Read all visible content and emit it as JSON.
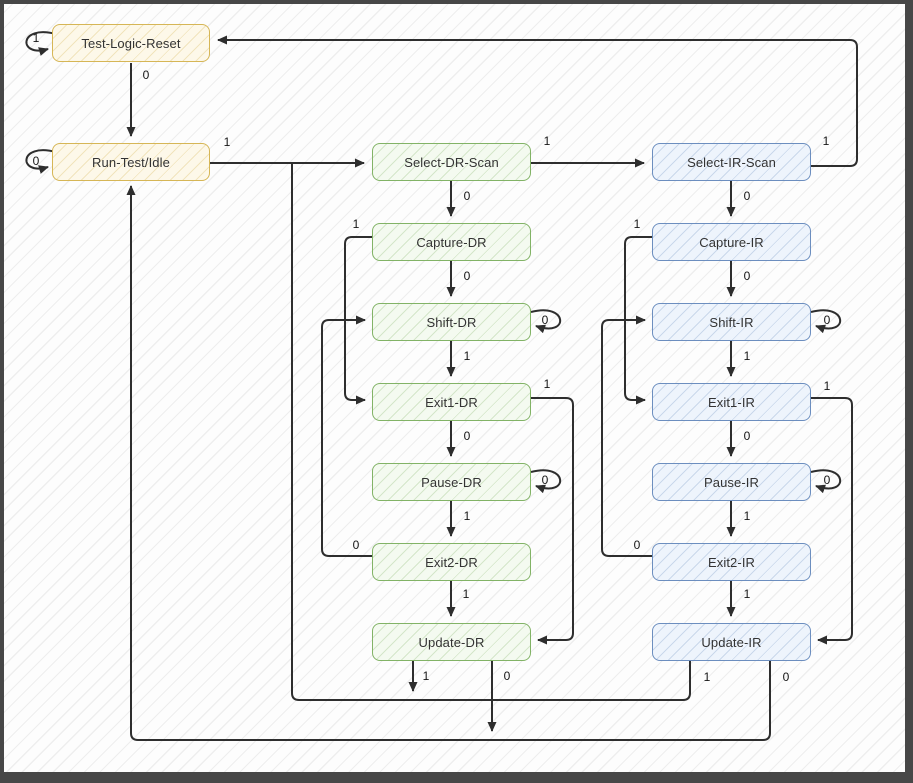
{
  "diagram": {
    "type": "state-machine",
    "description": "JTAG TAP controller state diagram",
    "colors": {
      "control_fill": "#fdf8e9",
      "control_border": "#d6b656",
      "dr_fill": "#f4faf0",
      "dr_border": "#82b366",
      "ir_fill": "#eef4fc",
      "ir_border": "#6c8ebf",
      "edge": "#2e2e2e",
      "label_text": "#151515",
      "frame": "#474747"
    },
    "states": [
      {
        "id": "test-logic-reset",
        "label": "Test-Logic-Reset",
        "group": "control"
      },
      {
        "id": "run-test-idle",
        "label": "Run-Test/Idle",
        "group": "control"
      },
      {
        "id": "select-dr-scan",
        "label": "Select-DR-Scan",
        "group": "dr"
      },
      {
        "id": "capture-dr",
        "label": "Capture-DR",
        "group": "dr"
      },
      {
        "id": "shift-dr",
        "label": "Shift-DR",
        "group": "dr"
      },
      {
        "id": "exit1-dr",
        "label": "Exit1-DR",
        "group": "dr"
      },
      {
        "id": "pause-dr",
        "label": "Pause-DR",
        "group": "dr"
      },
      {
        "id": "exit2-dr",
        "label": "Exit2-DR",
        "group": "dr"
      },
      {
        "id": "update-dr",
        "label": "Update-DR",
        "group": "dr"
      },
      {
        "id": "select-ir-scan",
        "label": "Select-IR-Scan",
        "group": "ir"
      },
      {
        "id": "capture-ir",
        "label": "Capture-IR",
        "group": "ir"
      },
      {
        "id": "shift-ir",
        "label": "Shift-IR",
        "group": "ir"
      },
      {
        "id": "exit1-ir",
        "label": "Exit1-IR",
        "group": "ir"
      },
      {
        "id": "pause-ir",
        "label": "Pause-IR",
        "group": "ir"
      },
      {
        "id": "exit2-ir",
        "label": "Exit2-IR",
        "group": "ir"
      },
      {
        "id": "update-ir",
        "label": "Update-IR",
        "group": "ir"
      }
    ],
    "transitions": [
      {
        "from": "Test-Logic-Reset",
        "to": "Test-Logic-Reset",
        "tms": "1"
      },
      {
        "from": "Test-Logic-Reset",
        "to": "Run-Test/Idle",
        "tms": "0"
      },
      {
        "from": "Run-Test/Idle",
        "to": "Run-Test/Idle",
        "tms": "0"
      },
      {
        "from": "Run-Test/Idle",
        "to": "Select-DR-Scan",
        "tms": "1"
      },
      {
        "from": "Select-DR-Scan",
        "to": "Select-IR-Scan",
        "tms": "1"
      },
      {
        "from": "Select-IR-Scan",
        "to": "Test-Logic-Reset",
        "tms": "1"
      },
      {
        "from": "Select-DR-Scan",
        "to": "Capture-DR",
        "tms": "0"
      },
      {
        "from": "Capture-DR",
        "to": "Shift-DR",
        "tms": "0"
      },
      {
        "from": "Shift-DR",
        "to": "Shift-DR",
        "tms": "0"
      },
      {
        "from": "Shift-DR",
        "to": "Exit1-DR",
        "tms": "1"
      },
      {
        "from": "Capture-DR",
        "to": "Exit1-DR",
        "tms": "1"
      },
      {
        "from": "Exit1-DR",
        "to": "Pause-DR",
        "tms": "0"
      },
      {
        "from": "Exit1-DR",
        "to": "Update-DR",
        "tms": "1"
      },
      {
        "from": "Pause-DR",
        "to": "Pause-DR",
        "tms": "0"
      },
      {
        "from": "Pause-DR",
        "to": "Exit2-DR",
        "tms": "1"
      },
      {
        "from": "Exit2-DR",
        "to": "Shift-DR",
        "tms": "0"
      },
      {
        "from": "Exit2-DR",
        "to": "Update-DR",
        "tms": "1"
      },
      {
        "from": "Update-DR",
        "to": "Select-DR-Scan",
        "tms": "1"
      },
      {
        "from": "Update-DR",
        "to": "Run-Test/Idle",
        "tms": "0"
      },
      {
        "from": "Select-IR-Scan",
        "to": "Capture-IR",
        "tms": "0"
      },
      {
        "from": "Capture-IR",
        "to": "Shift-IR",
        "tms": "0"
      },
      {
        "from": "Shift-IR",
        "to": "Shift-IR",
        "tms": "0"
      },
      {
        "from": "Shift-IR",
        "to": "Exit1-IR",
        "tms": "1"
      },
      {
        "from": "Capture-IR",
        "to": "Exit1-IR",
        "tms": "1"
      },
      {
        "from": "Exit1-IR",
        "to": "Pause-IR",
        "tms": "0"
      },
      {
        "from": "Exit1-IR",
        "to": "Update-IR",
        "tms": "1"
      },
      {
        "from": "Pause-IR",
        "to": "Pause-IR",
        "tms": "0"
      },
      {
        "from": "Pause-IR",
        "to": "Exit2-IR",
        "tms": "1"
      },
      {
        "from": "Exit2-IR",
        "to": "Shift-IR",
        "tms": "0"
      },
      {
        "from": "Exit2-IR",
        "to": "Update-IR",
        "tms": "1"
      },
      {
        "from": "Update-IR",
        "to": "Select-DR-Scan",
        "tms": "1"
      },
      {
        "from": "Update-IR",
        "to": "Run-Test/Idle",
        "tms": "0"
      }
    ]
  }
}
